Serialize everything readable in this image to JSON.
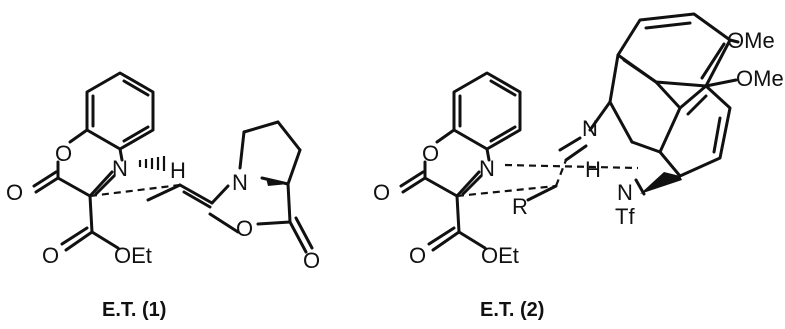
{
  "structures": [
    {
      "caption": "E.T. (1)",
      "atoms": {
        "o_ring": "O",
        "o_carbonyl": "O",
        "n_imine": "N",
        "h_bond": "H",
        "n_pyrrolidine": "N",
        "o_oxazolidinone": "O",
        "o_lactone": "O",
        "o_ester": "O",
        "oet": "OEt"
      }
    },
    {
      "caption": "E.T. (2)",
      "atoms": {
        "o_ring": "O",
        "o_carbonyl": "O",
        "n_imine": "N",
        "h_bond": "H",
        "n_amine": "N",
        "r_group": "R",
        "ome_top": "OMe",
        "ome_bottom": "OMe",
        "n_sulfonamide": "N",
        "tf": "Tf",
        "o_ester": "O",
        "oet": "OEt"
      }
    }
  ],
  "colors": {
    "ink": "#111111",
    "background": "#ffffff"
  }
}
